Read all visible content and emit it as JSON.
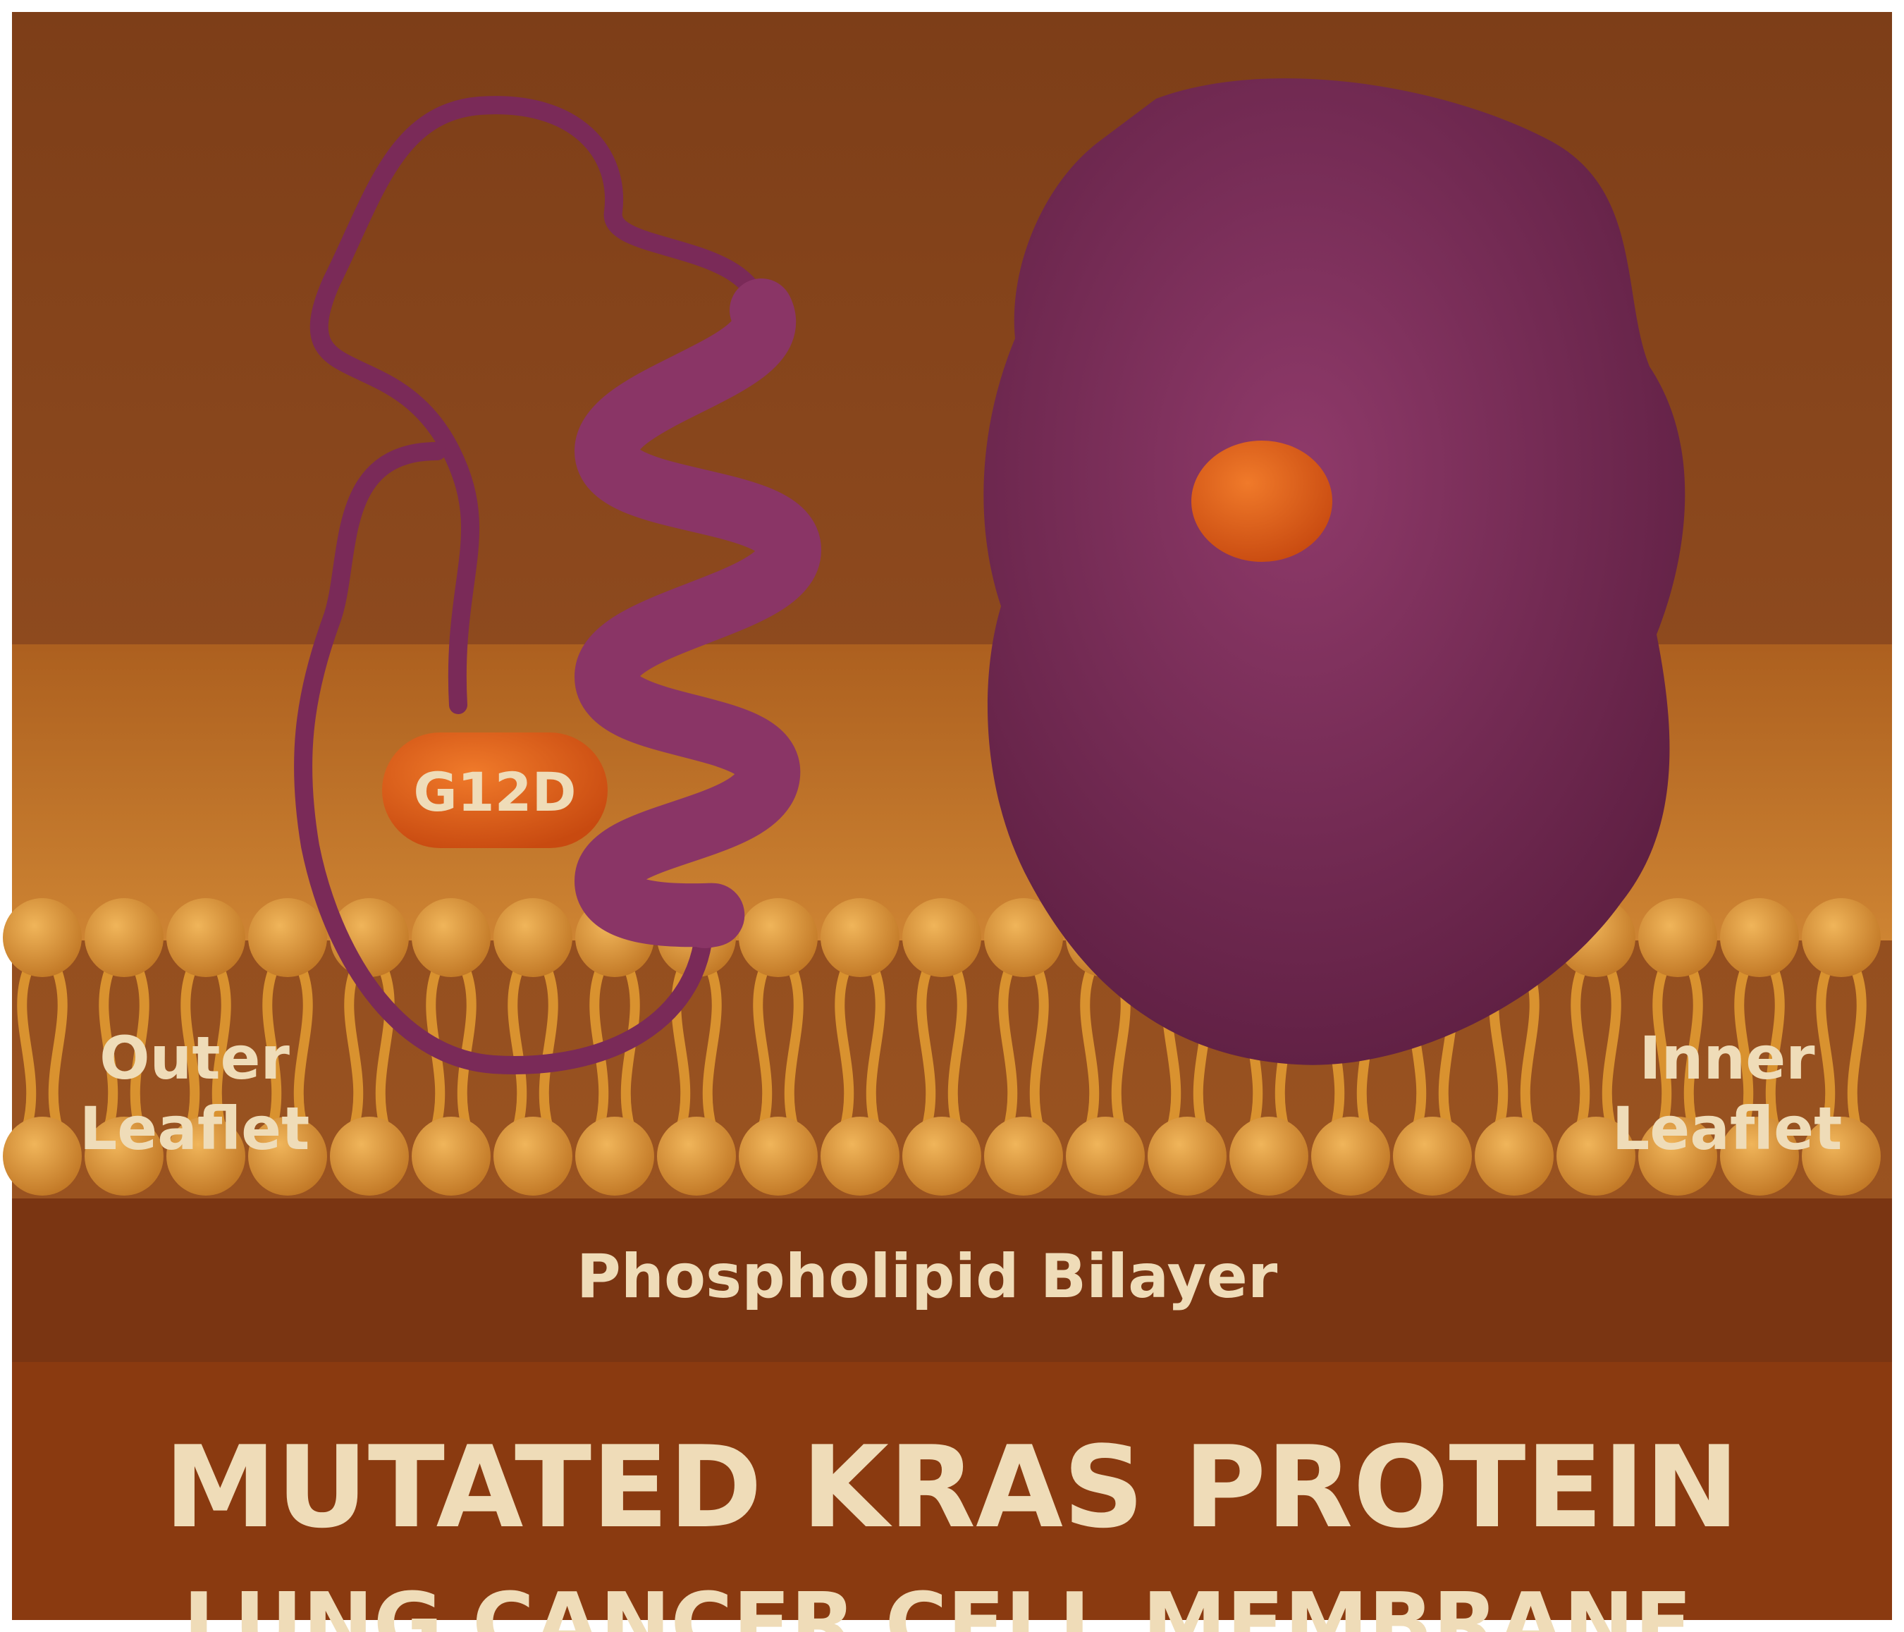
{
  "mutation_label": "G12D",
  "leaflets": {
    "outer": [
      "Outer",
      "Leaflet"
    ],
    "inner": [
      "Inner",
      "Leaflet"
    ]
  },
  "membrane_label": "Phospholipid Bilayer",
  "title": "MUTATED KRAS PROTEIN",
  "subtitle": "LUNG CANCER CELL MEMBRANE",
  "colors": {
    "background": "#7a3a14",
    "protein": "#7e2d5a",
    "mutation": "#e05a1a",
    "lipid": "#d9922f",
    "text": "#efdcb8"
  }
}
